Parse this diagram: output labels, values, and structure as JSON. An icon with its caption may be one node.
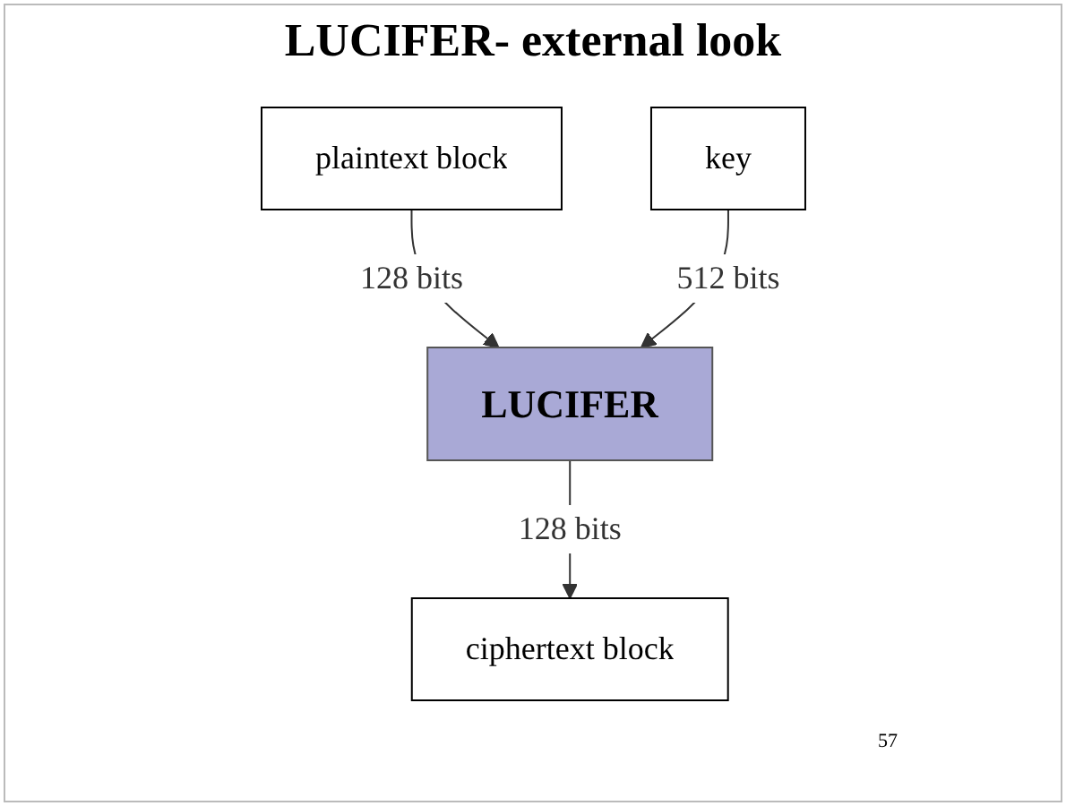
{
  "diagram": {
    "title": "LUCIFER- external look",
    "nodes": [
      {
        "text": [
          "plaintext block"
        ]
      },
      {
        "text": [
          "LUCIFER"
        ]
      },
      {
        "text": [
          "key"
        ]
      },
      {
        "text": [
          "ciphertext block"
        ]
      }
    ],
    "edges": [
      {
        "from": 0,
        "to": 1,
        "arrow": "to",
        "label": "128 bits"
      },
      {
        "from": 2,
        "to": 1,
        "arrow": "to",
        "label": "512 bits"
      },
      {
        "from": 1,
        "to": 3,
        "arrow": "to",
        "label": "128 bits"
      }
    ],
    "labels": [
      "57"
    ]
  }
}
